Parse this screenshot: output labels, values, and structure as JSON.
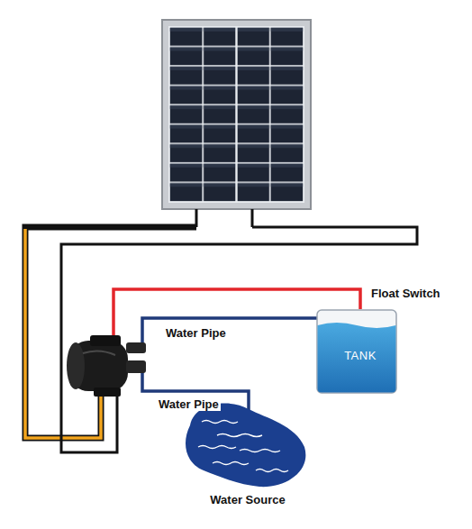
{
  "diagram": {
    "nodes": [
      {
        "text": [
          "TANK"
        ]
      },
      {
        "text": [
          "Water Source"
        ]
      }
    ],
    "edges": [],
    "labels": [
      "Float Switch",
      "Water Pipe",
      "Water Pipe"
    ]
  }
}
